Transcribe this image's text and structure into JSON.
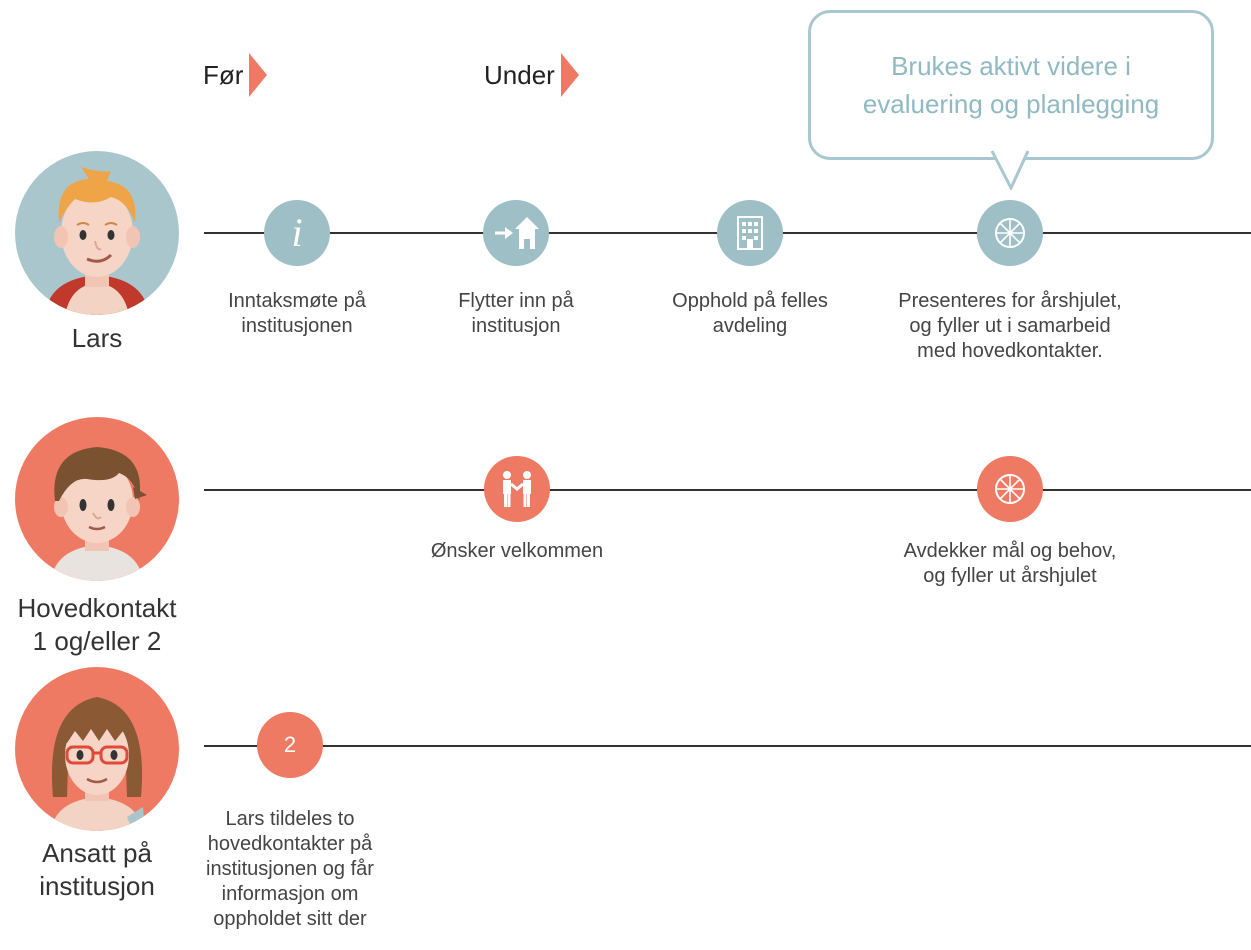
{
  "phases": {
    "before": "Før",
    "during": "Under"
  },
  "bubble": {
    "line1": "Brukes aktivt videre i",
    "line2": "evaluering og planlegging"
  },
  "persons": {
    "lars": "Lars",
    "contact_line1": "Hovedkontakt",
    "contact_line2": "1 og/eller 2",
    "staff_line1": "Ansatt på",
    "staff_line2": "institusjon"
  },
  "lars_steps": [
    {
      "icon": "info-icon",
      "line1": "Inntaksmøte på",
      "line2": "institusjonen"
    },
    {
      "icon": "move-in-house-icon",
      "line1": "Flytter inn på",
      "line2": "institusjon"
    },
    {
      "icon": "building-icon",
      "line1": "Opphold på felles",
      "line2": "avdeling"
    },
    {
      "icon": "wheel-icon",
      "line1": "Presenteres for årshjulet,",
      "line2": "og fyller ut i samarbeid",
      "line3": "med hovedkontakter."
    }
  ],
  "contact_steps": [
    {
      "icon": "welcome-handshake-icon",
      "line1": "Ønsker velkommen"
    },
    {
      "icon": "wheel-icon",
      "line1": "Avdekker mål og behov,",
      "line2": "og fyller ut årshjulet"
    }
  ],
  "staff_steps": [
    {
      "badge": "2",
      "line1": "Lars tildeles to",
      "line2": "hovedkontakter på",
      "line3": "institusjonen og får",
      "line4": "informasjon om",
      "line5": "oppholdet sitt der"
    }
  ],
  "colors": {
    "blue": "#9fbfc7",
    "coral": "#ef7a63",
    "bubble_border": "#a8c7cf"
  }
}
